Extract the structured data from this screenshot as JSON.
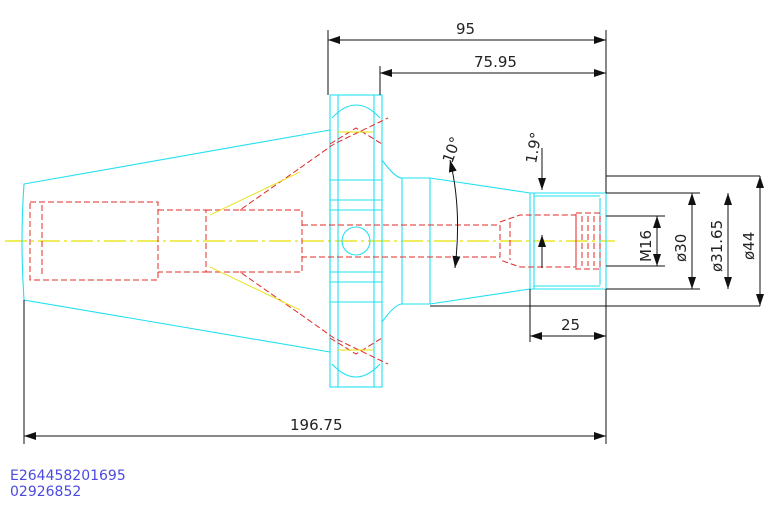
{
  "dimensions": {
    "top_length": "95",
    "shank_length": "75.95",
    "overall_length": "196.75",
    "bore_depth": "25",
    "thread": "M16",
    "dia_30": "ø30",
    "dia_31_65": "ø31.65",
    "dia_44": "ø44",
    "taper_angle": "10°",
    "bore_angle": "1.9°"
  },
  "reference": {
    "code_1": "E264458201695",
    "code_2": "02926852"
  },
  "colors": {
    "outline": "#22e0f0",
    "hidden": "#e02828",
    "centerline": "#e8e000",
    "dimension": "#111111",
    "reference_text": "#4a4adf"
  }
}
